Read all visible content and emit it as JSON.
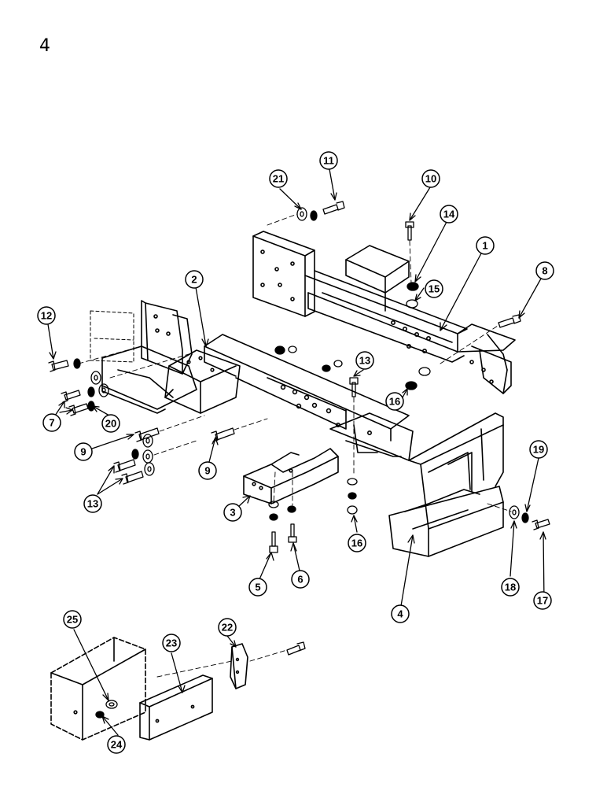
{
  "page": {
    "number": "4"
  },
  "diagram": {
    "callouts": [
      "1",
      "2",
      "3",
      "4",
      "5",
      "6",
      "7",
      "8",
      "9",
      "9",
      "10",
      "11",
      "12",
      "13",
      "13",
      "14",
      "15",
      "16",
      "16",
      "17",
      "18",
      "19",
      "20",
      "21",
      "22",
      "23",
      "24",
      "25"
    ]
  },
  "colors": {
    "line": "#000000",
    "background": "#ffffff",
    "shade": "#cfcfcf"
  }
}
